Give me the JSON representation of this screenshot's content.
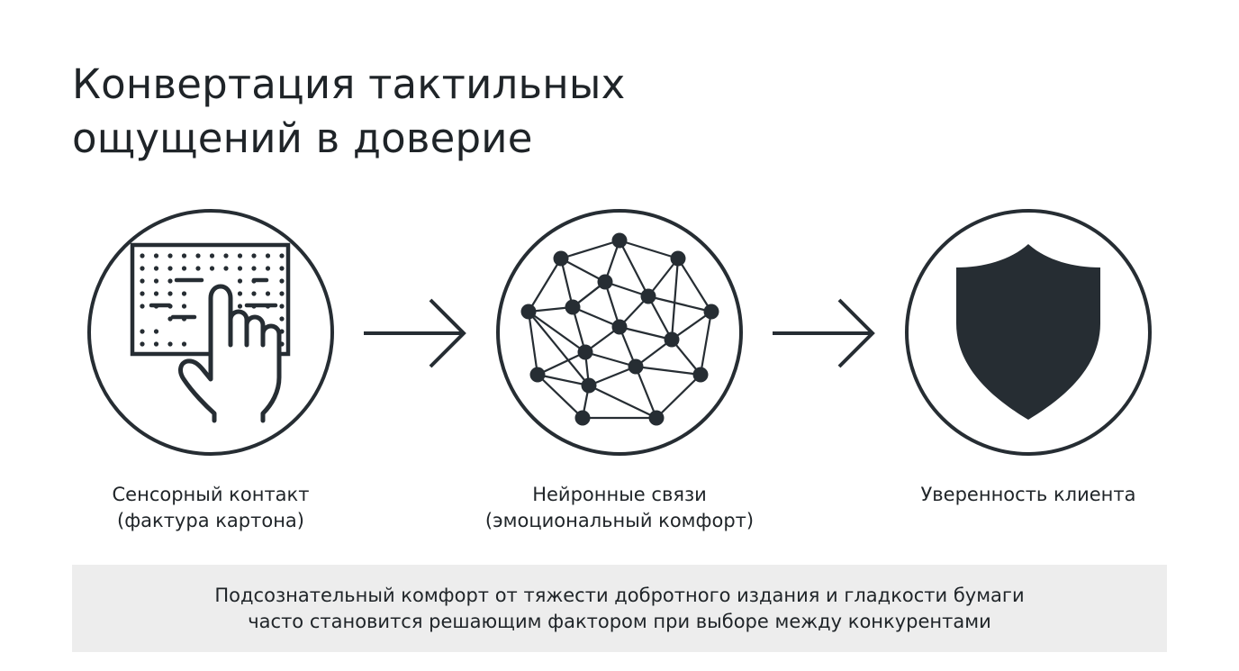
{
  "title": {
    "line1": "Конвертация тактильных",
    "line2": "ощущений в доверие"
  },
  "steps": [
    {
      "icon": "hand-touch-icon",
      "line1": "Сенсорный контакт",
      "line2": "(фактура картона)"
    },
    {
      "icon": "neural-network-icon",
      "line1": "Нейронные связи",
      "line2": "(эмоциональный комфорт)"
    },
    {
      "icon": "shield-icon",
      "line1": "Уверенность клиента",
      "line2": ""
    }
  ],
  "note": {
    "line1": "Подсознательный комфорт от тяжести добротного издания и гладкости бумаги",
    "line2": "часто становится решающим фактором при выборе между конкурентами"
  },
  "colors": {
    "ink": "#262d33",
    "background": "#ffffff",
    "note_background": "#ededed"
  }
}
